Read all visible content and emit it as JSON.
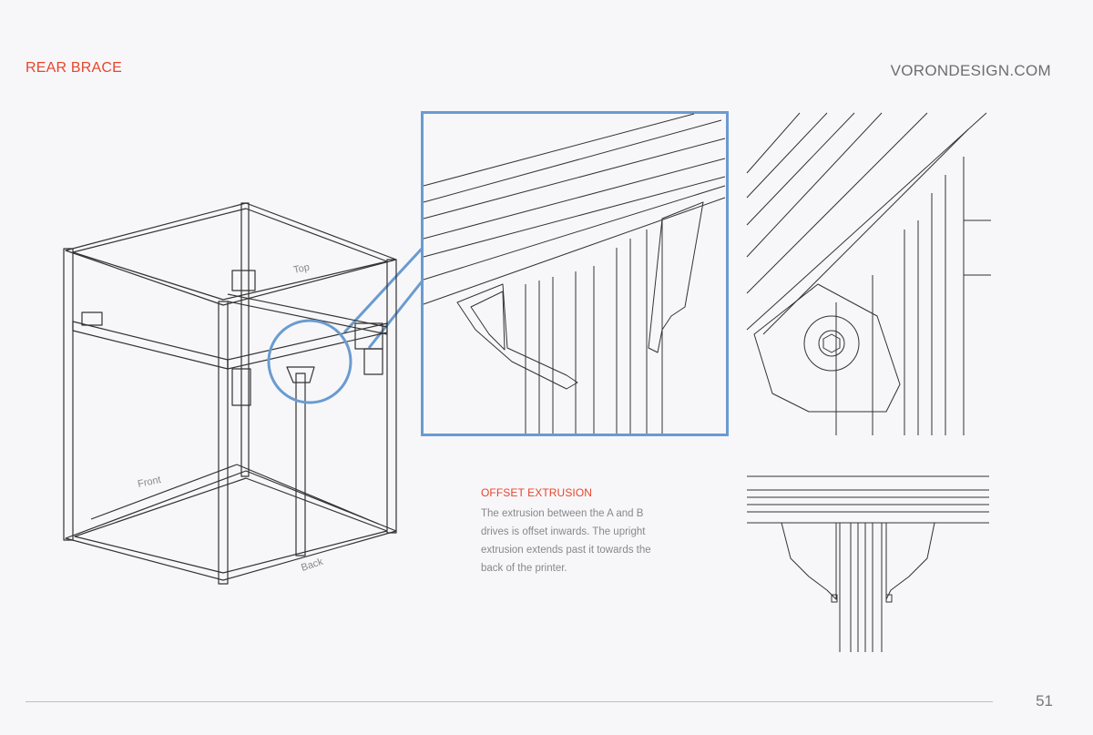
{
  "header": {
    "section_title": "REAR BRACE",
    "site": "VORONDESIGN.COM"
  },
  "overview": {
    "label_top": "Top",
    "label_front": "Front",
    "label_back": "Back"
  },
  "note": {
    "title": "OFFSET EXTRUSION",
    "body": "The extrusion between the A and B drives is offset inwards. The upright extrusion extends past it towards the back of the printer."
  },
  "footer": {
    "page_number": "51"
  },
  "colors": {
    "accent": "#e8452c",
    "callout": "#6a9bd0",
    "line": "#333333"
  }
}
